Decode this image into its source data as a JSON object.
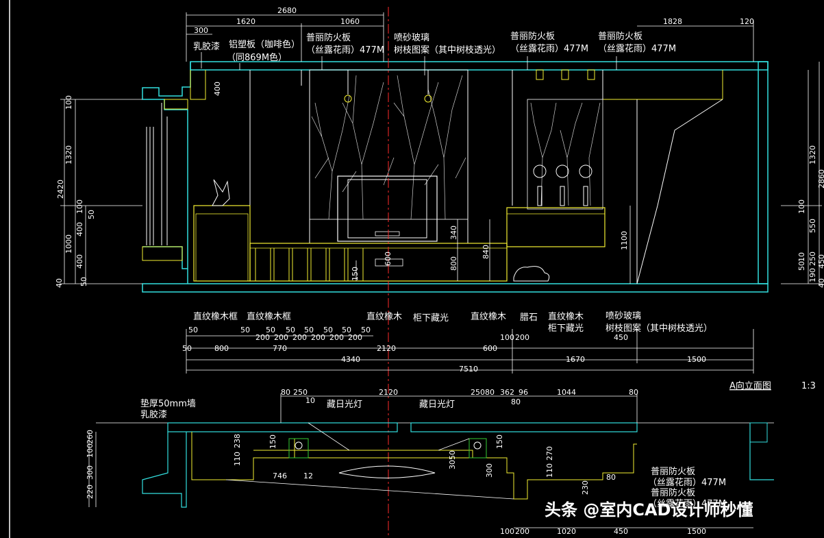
{
  "drawing": {
    "title": "A向立面图",
    "scale": "1:3",
    "watermark": "头条 @室内CAD设计师秒懂",
    "colors": {
      "background": "#000000",
      "cyan": "#33e0e0",
      "yellow": "#f5f032",
      "white": "#ffffff",
      "red": "#ff2a2a",
      "magenta": "#ff44ff",
      "green": "#33cc33"
    }
  },
  "top_dims": {
    "overall": "2680",
    "d1620": "1620",
    "d1060": "1060",
    "d300": "300",
    "d1828": "1828",
    "d120": "120"
  },
  "top_labels": {
    "l1": "乳胶漆",
    "l2a": "铝塑板（咖啡色）",
    "l2b": "（同869M色）",
    "l3a": "普丽防火板",
    "l3b": "（丝露花雨）477M",
    "l4a": "喷砂玻璃",
    "l4b": "树枝图案（其中树枝透光）",
    "l5a": "普丽防火板",
    "l5b": "（丝露花雨）477M",
    "l6a": "普丽防火板",
    "l6b": "（丝露花雨）477M"
  },
  "left_dims": {
    "v100a": "100",
    "v1320": "1320",
    "v2420": "2420",
    "v100b": "100",
    "v50": "50",
    "v400a": "400",
    "v1000": "1000",
    "v400b": "400",
    "v40": "40",
    "v50b": "50",
    "v400c": "400"
  },
  "right_dims": {
    "r1320": "1320",
    "r2860": "2860",
    "r100": "100",
    "r550": "550",
    "r50": "50",
    "r250": "250",
    "r450": "450",
    "r190": "190",
    "r40": "40",
    "r10": "10"
  },
  "inner_dims": {
    "i340": "340",
    "i600": "600",
    "i800": "800",
    "i840": "840",
    "i1100": "1100",
    "i150": "150"
  },
  "bottom_labels": {
    "b1": "直纹橡木框",
    "b2": "直纹橡木框",
    "b3": "直纹橡木",
    "b4": "柜下藏光",
    "b5": "直纹橡木",
    "b6": "腊石",
    "b7": "直纹橡木",
    "b8": "柜下藏光",
    "b9a": "喷砂玻璃",
    "b9b": "树枝图案（其中树枝透光）"
  },
  "bottom_dims": {
    "s50a": "50",
    "s50b": "50",
    "s50c": "50",
    "s50d": "50",
    "s50e": "50",
    "s50f": "50",
    "s50g": "50",
    "s50h": "50",
    "s200a": "200",
    "s200b": "200",
    "s200c": "200",
    "s200d": "200",
    "s200e": "200",
    "s200f": "200",
    "s100": "100",
    "s200g": "200",
    "s450": "450",
    "c50": "50",
    "c800": "800",
    "c770": "770",
    "c2120": "2120",
    "c600": "600",
    "t4340": "4340",
    "t1670": "1670",
    "t1500": "1500",
    "total": "7510"
  },
  "plan": {
    "top_dims": {
      "p80a": "80",
      "p250a": "250",
      "p10": "10",
      "p2120": "2120",
      "p250b": "250",
      "p80b": "80",
      "p362": "362",
      "p96": "96",
      "p1044": "1044",
      "p80c": "80",
      "p80d": "80"
    },
    "labels": {
      "wall_a": "垫厚50mm墙",
      "wall_b": "乳胶漆",
      "lamp1": "藏日光灯",
      "lamp2": "藏日光灯",
      "board1a": "普丽防火板",
      "board1b": "（丝露花雨）477M",
      "board2a": "普丽防火板",
      "board2b": "（丝露花雨）477M"
    },
    "side_dims": {
      "q100": "100",
      "q260": "260",
      "q300": "300",
      "q220": "220",
      "q110": "110",
      "q238": "238",
      "q150a": "150",
      "q746": "746",
      "q12": "12",
      "q3050": "3050",
      "q150b": "150",
      "q300b": "300",
      "q110b": "110",
      "q270": "270",
      "q230": "230",
      "q80": "80"
    },
    "bottom_dims": {
      "pb100": "100",
      "pb200": "200",
      "pb1020": "1020",
      "pb450": "450",
      "pb1500": "1500"
    }
  }
}
